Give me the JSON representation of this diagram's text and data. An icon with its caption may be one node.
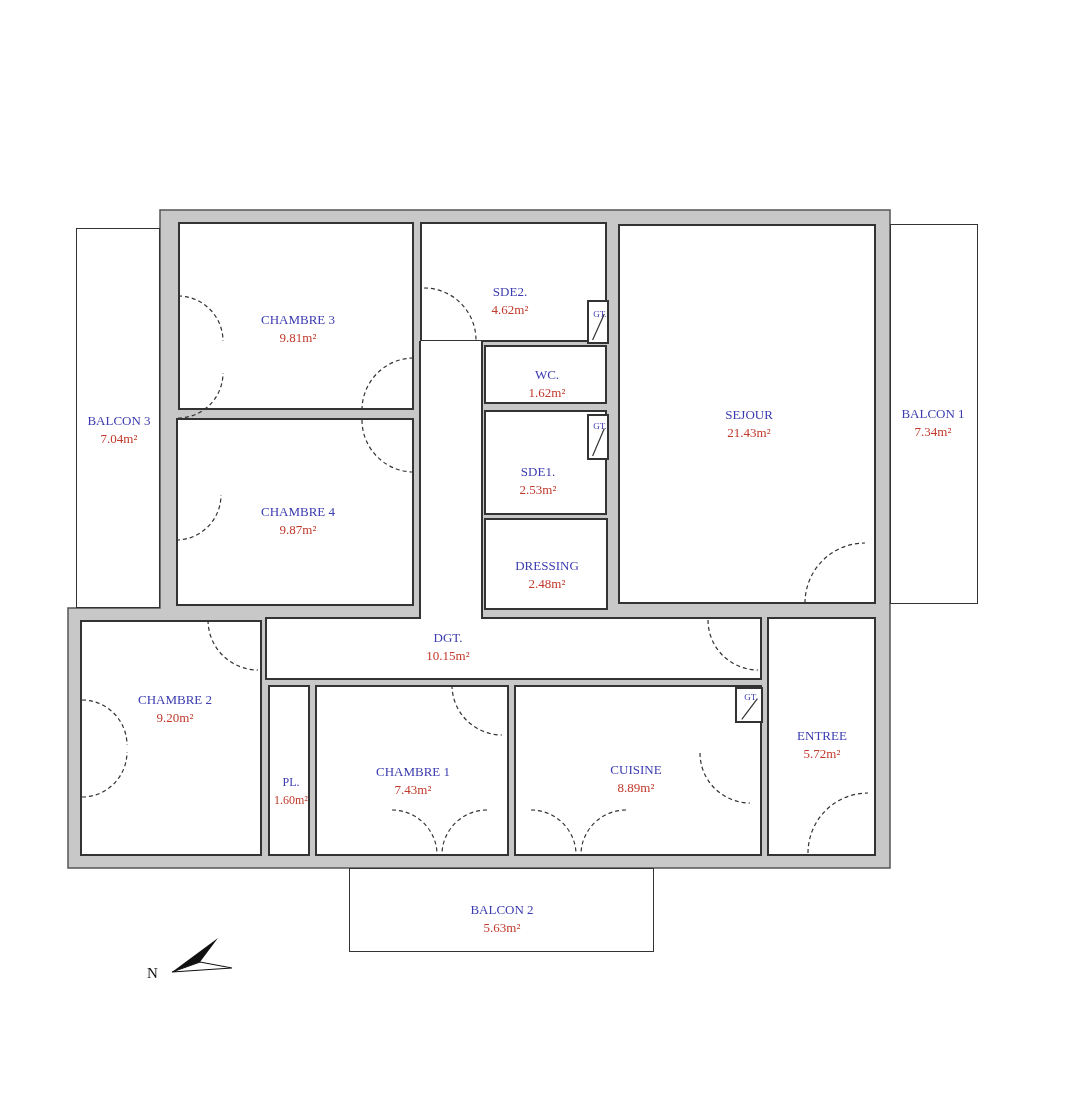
{
  "diagram": {
    "nodes": [
      {
        "text": [
          "BALCON 3",
          "7.04m²"
        ]
      },
      {
        "text": [
          "CHAMBRE 3",
          "9.81m²"
        ]
      },
      {
        "text": [
          "SDE2.",
          "4.62m²"
        ]
      },
      {
        "text": [
          "GT."
        ],
        "in": 2
      },
      {
        "text": [
          "WC.",
          "1.62m²"
        ]
      },
      {
        "text": [
          "GT."
        ],
        "in": 6
      },
      {
        "text": [
          "SDE1.",
          "2.53m²"
        ]
      },
      {
        "text": [
          "CHAMBRE 4",
          "9.87m²"
        ]
      },
      {
        "text": [
          "DRESSING",
          "2.48m²"
        ]
      },
      {
        "text": [
          "SEJOUR",
          "21.43m²"
        ]
      },
      {
        "text": [
          "BALCON 1",
          "7.34m²"
        ]
      },
      {
        "text": [
          "DGT.",
          "10.15m²"
        ]
      },
      {
        "text": [
          "CHAMBRE 2",
          "9.20m²"
        ]
      },
      {
        "text": [
          "PL.",
          "1.60m²"
        ]
      },
      {
        "text": [
          "CHAMBRE 1",
          "7.43m²"
        ]
      },
      {
        "text": [
          "CUISINE",
          "8.89m²"
        ]
      },
      {
        "text": [
          "GT."
        ],
        "in": 15
      },
      {
        "text": [
          "ENTREE",
          "5.72m²"
        ]
      },
      {
        "text": [
          "BALCON 2",
          "5.63m²"
        ]
      }
    ],
    "edges": [],
    "labels": [
      "N"
    ]
  }
}
